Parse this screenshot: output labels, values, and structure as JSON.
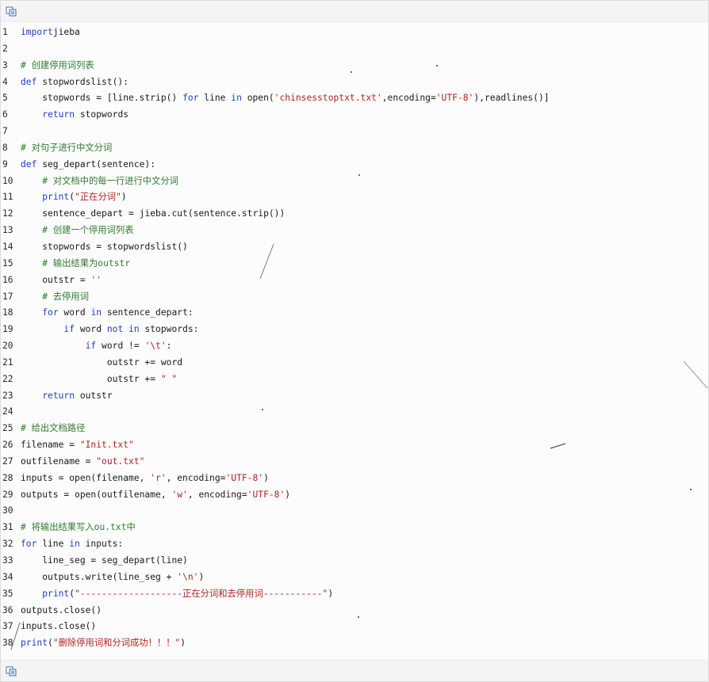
{
  "toolbar": {
    "copy_icon": "copy-icon"
  },
  "code_lines": [
    {
      "n": "1",
      "indent": 0,
      "parts": [
        [
          "kw",
          "import"
        ],
        [
          "",
          "jieba"
        ]
      ]
    },
    {
      "n": "2",
      "indent": 0,
      "parts": []
    },
    {
      "n": "3",
      "indent": 0,
      "parts": [
        [
          "cm",
          "# 创建停用词列表"
        ]
      ]
    },
    {
      "n": "4",
      "indent": 0,
      "parts": [
        [
          "kw",
          "def"
        ],
        [
          "",
          " stopwordslist():"
        ]
      ]
    },
    {
      "n": "5",
      "indent": 4,
      "parts": [
        [
          "",
          "stopwords = [line.strip() "
        ],
        [
          "kw",
          "for"
        ],
        [
          "",
          " line "
        ],
        [
          "kw",
          "in"
        ],
        [
          "",
          " open("
        ],
        [
          "str",
          "'chinsesstoptxt.txt'"
        ],
        [
          "",
          ",encoding="
        ],
        [
          "str",
          "'UTF-8'"
        ],
        [
          "",
          "),readlines()]"
        ]
      ]
    },
    {
      "n": "6",
      "indent": 4,
      "parts": [
        [
          "kw",
          "return"
        ],
        [
          "",
          " stopwords"
        ]
      ]
    },
    {
      "n": "7",
      "indent": 0,
      "parts": []
    },
    {
      "n": "8",
      "indent": 0,
      "parts": [
        [
          "cm",
          "# 对句子进行中文分词"
        ]
      ]
    },
    {
      "n": "9",
      "indent": 0,
      "parts": [
        [
          "kw",
          "def"
        ],
        [
          "",
          " seg_depart(sentence):"
        ]
      ]
    },
    {
      "n": "10",
      "indent": 4,
      "parts": [
        [
          "cm",
          "# 对文档中的每一行进行中文分词"
        ]
      ]
    },
    {
      "n": "11",
      "indent": 4,
      "parts": [
        [
          "kw",
          "print"
        ],
        [
          "",
          "("
        ],
        [
          "str",
          "\"正在分词\""
        ],
        [
          "",
          ")"
        ]
      ]
    },
    {
      "n": "12",
      "indent": 4,
      "parts": [
        [
          "",
          "sentence_depart = jieba.cut(sentence.strip())"
        ]
      ]
    },
    {
      "n": "13",
      "indent": 4,
      "parts": [
        [
          "cm",
          "# 创建一个停用词列表"
        ]
      ]
    },
    {
      "n": "14",
      "indent": 4,
      "parts": [
        [
          "",
          "stopwords = stopwordslist()"
        ]
      ]
    },
    {
      "n": "15",
      "indent": 4,
      "parts": [
        [
          "cm",
          "# 输出结果为outstr"
        ]
      ]
    },
    {
      "n": "16",
      "indent": 4,
      "parts": [
        [
          "",
          "outstr = "
        ],
        [
          "str",
          "''"
        ]
      ]
    },
    {
      "n": "17",
      "indent": 4,
      "parts": [
        [
          "cm",
          "# 去停用词"
        ]
      ]
    },
    {
      "n": "18",
      "indent": 4,
      "parts": [
        [
          "kw",
          "for"
        ],
        [
          "",
          " word "
        ],
        [
          "kw",
          "in"
        ],
        [
          "",
          " sentence_depart:"
        ]
      ]
    },
    {
      "n": "19",
      "indent": 8,
      "parts": [
        [
          "kw",
          "if"
        ],
        [
          "",
          " word "
        ],
        [
          "kw",
          "not in"
        ],
        [
          "",
          " stopwords:"
        ]
      ]
    },
    {
      "n": "20",
      "indent": 12,
      "parts": [
        [
          "kw",
          "if"
        ],
        [
          "",
          " word != "
        ],
        [
          "str",
          "'\\t'"
        ],
        [
          "",
          ":"
        ]
      ]
    },
    {
      "n": "21",
      "indent": 16,
      "parts": [
        [
          "",
          "outstr += word"
        ]
      ]
    },
    {
      "n": "22",
      "indent": 16,
      "parts": [
        [
          "",
          "outstr += "
        ],
        [
          "str",
          "\" \""
        ]
      ]
    },
    {
      "n": "23",
      "indent": 4,
      "parts": [
        [
          "kw",
          "return"
        ],
        [
          "",
          " outstr"
        ]
      ]
    },
    {
      "n": "24",
      "indent": 0,
      "parts": []
    },
    {
      "n": "25",
      "indent": 0,
      "parts": [
        [
          "cm",
          "# 给出文档路径"
        ]
      ]
    },
    {
      "n": "26",
      "indent": 0,
      "parts": [
        [
          "",
          "filename = "
        ],
        [
          "str",
          "\"Init.txt\""
        ]
      ]
    },
    {
      "n": "27",
      "indent": 0,
      "parts": [
        [
          "",
          "outfilename = "
        ],
        [
          "str",
          "\"out.txt\""
        ]
      ]
    },
    {
      "n": "28",
      "indent": 0,
      "parts": [
        [
          "",
          "inputs = open(filename, "
        ],
        [
          "str",
          "'r'"
        ],
        [
          "",
          ", encoding="
        ],
        [
          "str",
          "'UTF-8'"
        ],
        [
          "",
          ")"
        ]
      ]
    },
    {
      "n": "29",
      "indent": 0,
      "parts": [
        [
          "",
          "outputs = open(outfilename, "
        ],
        [
          "str",
          "'w'"
        ],
        [
          "",
          ", encoding="
        ],
        [
          "str",
          "'UTF-8'"
        ],
        [
          "",
          ")"
        ]
      ]
    },
    {
      "n": "30",
      "indent": 0,
      "parts": []
    },
    {
      "n": "31",
      "indent": 0,
      "parts": [
        [
          "cm",
          "# 将输出结果写入ou.txt中"
        ]
      ]
    },
    {
      "n": "32",
      "indent": 0,
      "parts": [
        [
          "kw",
          "for"
        ],
        [
          "",
          " line "
        ],
        [
          "kw",
          "in"
        ],
        [
          "",
          " inputs:"
        ]
      ]
    },
    {
      "n": "33",
      "indent": 4,
      "parts": [
        [
          "",
          "line_seg = seg_depart(line)"
        ]
      ]
    },
    {
      "n": "34",
      "indent": 4,
      "parts": [
        [
          "",
          "outputs.write(line_seg + "
        ],
        [
          "str",
          "'\\n'"
        ],
        [
          "",
          ")"
        ]
      ]
    },
    {
      "n": "35",
      "indent": 4,
      "parts": [
        [
          "kw",
          "print"
        ],
        [
          "",
          "("
        ],
        [
          "str",
          "\"-------------------正在分词和去停用词-----------\""
        ],
        [
          "",
          ")"
        ]
      ]
    },
    {
      "n": "36",
      "indent": 0,
      "parts": [
        [
          "",
          "outputs.close()"
        ]
      ]
    },
    {
      "n": "37",
      "indent": 0,
      "parts": [
        [
          "",
          "inputs.close()"
        ]
      ]
    },
    {
      "n": "38",
      "indent": 0,
      "parts": [
        [
          "kw",
          "print"
        ],
        [
          "",
          "("
        ],
        [
          "str",
          "\"删除停用词和分词成功！！！\""
        ],
        [
          "",
          ")"
        ]
      ]
    }
  ]
}
